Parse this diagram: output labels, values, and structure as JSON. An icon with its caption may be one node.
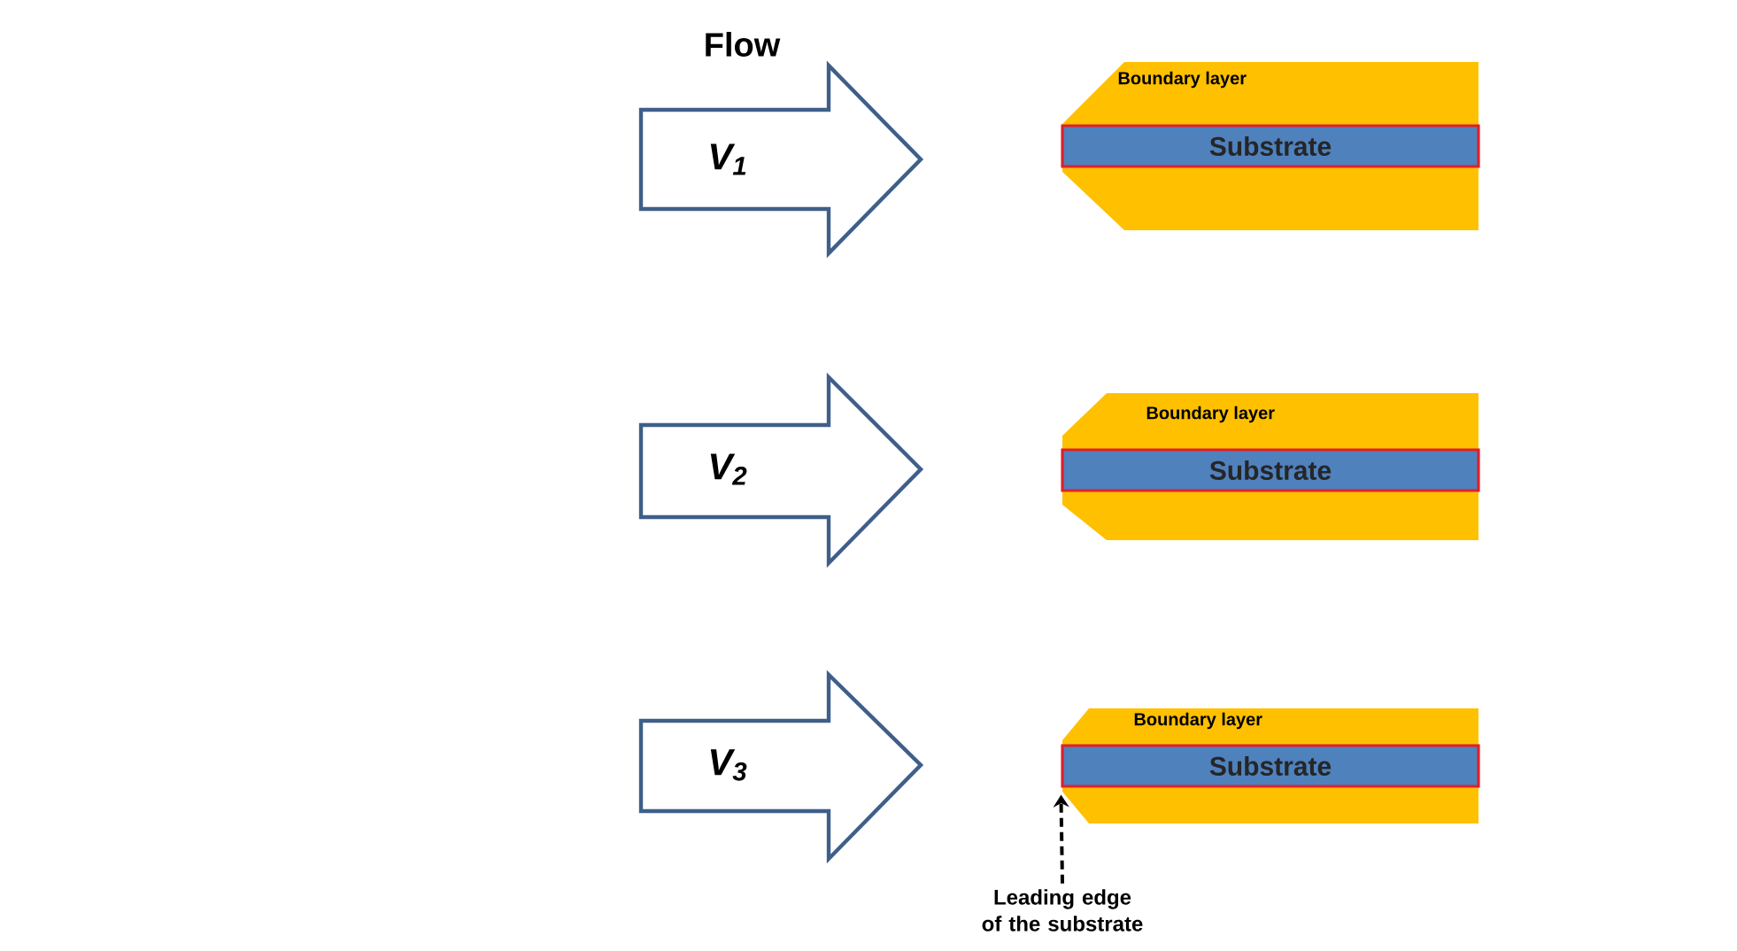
{
  "diagram": {
    "title": "Flow",
    "nodes": [
      {
        "text": [
          "V$_{1}$"
        ]
      },
      {
        "text": [
          "Boundary layer"
        ]
      },
      {
        "text": [
          "Substrate"
        ],
        "in": 1
      },
      {
        "text": [
          "V$_{2}$"
        ]
      },
      {
        "text": [
          "Boundary layer"
        ]
      },
      {
        "text": [
          "Substrate"
        ],
        "in": 4
      },
      {
        "text": [
          "V$_{3}$"
        ]
      },
      {
        "text": [
          "Boundary layer"
        ]
      },
      {
        "text": [
          "Substrate"
        ],
        "in": 7
      },
      {
        "text": [
          "Leading edge of the substrate"
        ]
      }
    ],
    "edges": [
      {
        "from": 9,
        "to": 8,
        "arrow": "to",
        "style": "dashed"
      }
    ]
  }
}
